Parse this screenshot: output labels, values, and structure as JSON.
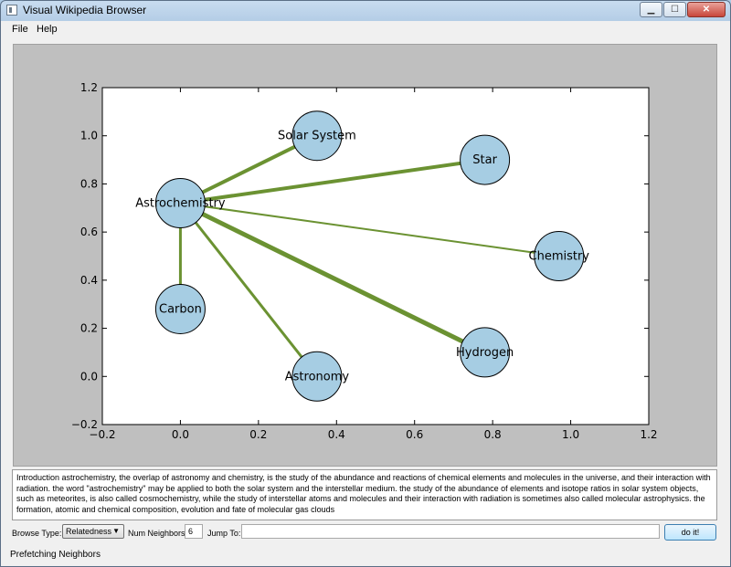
{
  "window": {
    "title": "Visual Wikipedia Browser",
    "minimize_glyph": "▁",
    "maximize_glyph": "☐",
    "close_glyph": "✕"
  },
  "menu": {
    "file": "File",
    "help": "Help"
  },
  "chart_data": {
    "type": "network",
    "xlim": [
      -0.2,
      1.2
    ],
    "ylim": [
      -0.2,
      1.2
    ],
    "xticks": [
      "−0.2",
      "0.0",
      "0.2",
      "0.4",
      "0.6",
      "0.8",
      "1.0",
      "1.2"
    ],
    "yticks": [
      "1.2",
      "1.0",
      "0.8",
      "0.6",
      "0.4",
      "0.2",
      "0.0",
      "−0.2"
    ],
    "node_color": "#a6cde3",
    "edge_color": "#6b9232",
    "background": "#ffffff",
    "nodes": [
      {
        "name": "Solar System",
        "x": 0.35,
        "y": 1.0
      },
      {
        "name": "Star",
        "x": 0.78,
        "y": 0.9
      },
      {
        "name": "Astrochemistry",
        "x": 0.0,
        "y": 0.72
      },
      {
        "name": "Chemistry",
        "x": 0.97,
        "y": 0.5
      },
      {
        "name": "Carbon",
        "x": 0.0,
        "y": 0.28
      },
      {
        "name": "Hydrogen",
        "x": 0.78,
        "y": 0.1
      },
      {
        "name": "Astronomy",
        "x": 0.35,
        "y": 0.0
      }
    ],
    "edges": [
      {
        "source": "Astrochemistry",
        "target": "Solar System",
        "weight": 4
      },
      {
        "source": "Astrochemistry",
        "target": "Star",
        "weight": 4
      },
      {
        "source": "Astrochemistry",
        "target": "Chemistry",
        "weight": 2
      },
      {
        "source": "Astrochemistry",
        "target": "Carbon",
        "weight": 3
      },
      {
        "source": "Astrochemistry",
        "target": "Hydrogen",
        "weight": 5
      },
      {
        "source": "Astrochemistry",
        "target": "Astronomy",
        "weight": 3
      }
    ]
  },
  "description": "Introduction astrochemistry, the overlap of astronomy and chemistry, is the study of the abundance and reactions of chemical elements and molecules in the universe, and their interaction with radiation. the word \"astrochemistry\" may be applied to both the solar system and the interstellar medium. the study of the abundance of elements and isotope ratios in solar system objects, such as meteorites, is also called cosmochemistry, while the study of interstellar atoms and molecules and their interaction with radiation is sometimes also called molecular astrophysics. the formation, atomic and chemical composition, evolution and fate of molecular gas clouds",
  "controls": {
    "browse_type_label": "Browse Type:",
    "browse_type_value": "Relatedness",
    "num_neighbors_label": "Num Neighbors:",
    "num_neighbors_value": "6",
    "jump_to_label": "Jump To:",
    "jump_to_value": "",
    "submit_label": "do it!"
  },
  "status": "Prefetching Neighbors"
}
